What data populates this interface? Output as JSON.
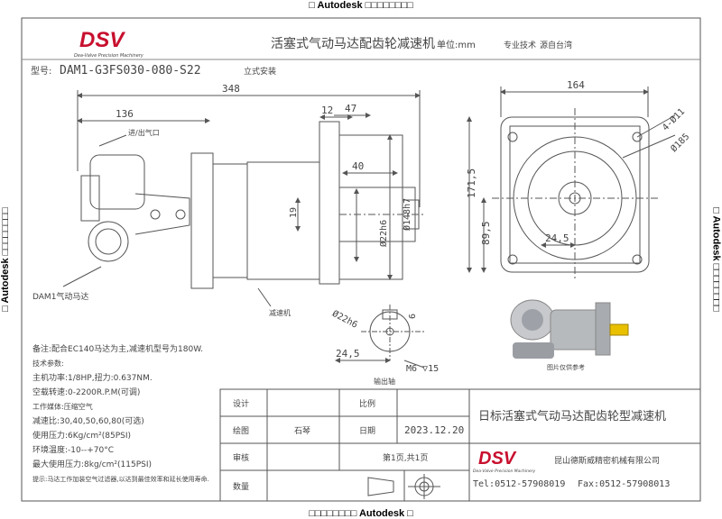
{
  "watermark": {
    "top": "□ Autodesk □□□□□□□□",
    "bottom": "□□□□□□□□ Autodesk □",
    "left": "□ Autodesk □□□□□□□□",
    "right": "□ Autodesk □□□□□□□□"
  },
  "header": {
    "logo_text": "DSV",
    "logo_sub": "Dea-Valve Precision Machinery",
    "title": "活塞式气动马达配齿轮减速机",
    "unit": "单位:mm",
    "tech": "专业技术",
    "origin": "源自台湾"
  },
  "model": {
    "label": "型号:",
    "code": "DAM1-G3FS030-080-S22",
    "mount": "立式安装"
  },
  "dims": {
    "d348": "348",
    "d136": "136",
    "d12": "12",
    "d47": "47",
    "d40": "40",
    "d19": "19",
    "d22h6": "Ø22h6",
    "d148h7": "Ø148h7",
    "d164": "164",
    "d4011": "4-Ø11",
    "d185": "Ø185",
    "d1715": "171,5",
    "d895": "89,5",
    "d245": "24,5",
    "d22h6b": "Ø22h6",
    "d6": "6",
    "d245b": "24,5",
    "m6": "M6 ▽15"
  },
  "labels": {
    "port": "进/出气口",
    "motor": "DAM1气动马达",
    "reducer": "减速机",
    "output": "输出轴",
    "photo": "图片仅供参考"
  },
  "notes": [
    "备注:配合EC140马达为主,减速机型号为180W.",
    "技术参数:",
    "主机功率:1/8HP,扭力:0.637NM.",
    "空载转速:0-2200R.P.M(可调)",
    "工作媒体:压缩空气",
    "减速比:30,40,50,60,80(可选)",
    "使用压力:6Kg/cm²(85PSI)",
    "环境温度:-10--+70°C",
    "最大使用压力:8kg/cm²(115PSI)",
    "提示:马达工作加装空气过滤器,以达到最佳效率和延长使用寿命."
  ],
  "title_block": {
    "design": "设计",
    "drawn": "绘图",
    "check": "审核",
    "qty": "数量",
    "scale": "比例",
    "drawer": "石琴",
    "date_label": "日期",
    "date": "2023.12.20",
    "sheet": "第1页,共1页",
    "product": "日标活塞式气动马达配齿轮型减速机",
    "company": "昆山德斯威精密机械有限公司",
    "tel": "Tel:0512-57908019",
    "fax": "Fax:0512-57908013"
  }
}
